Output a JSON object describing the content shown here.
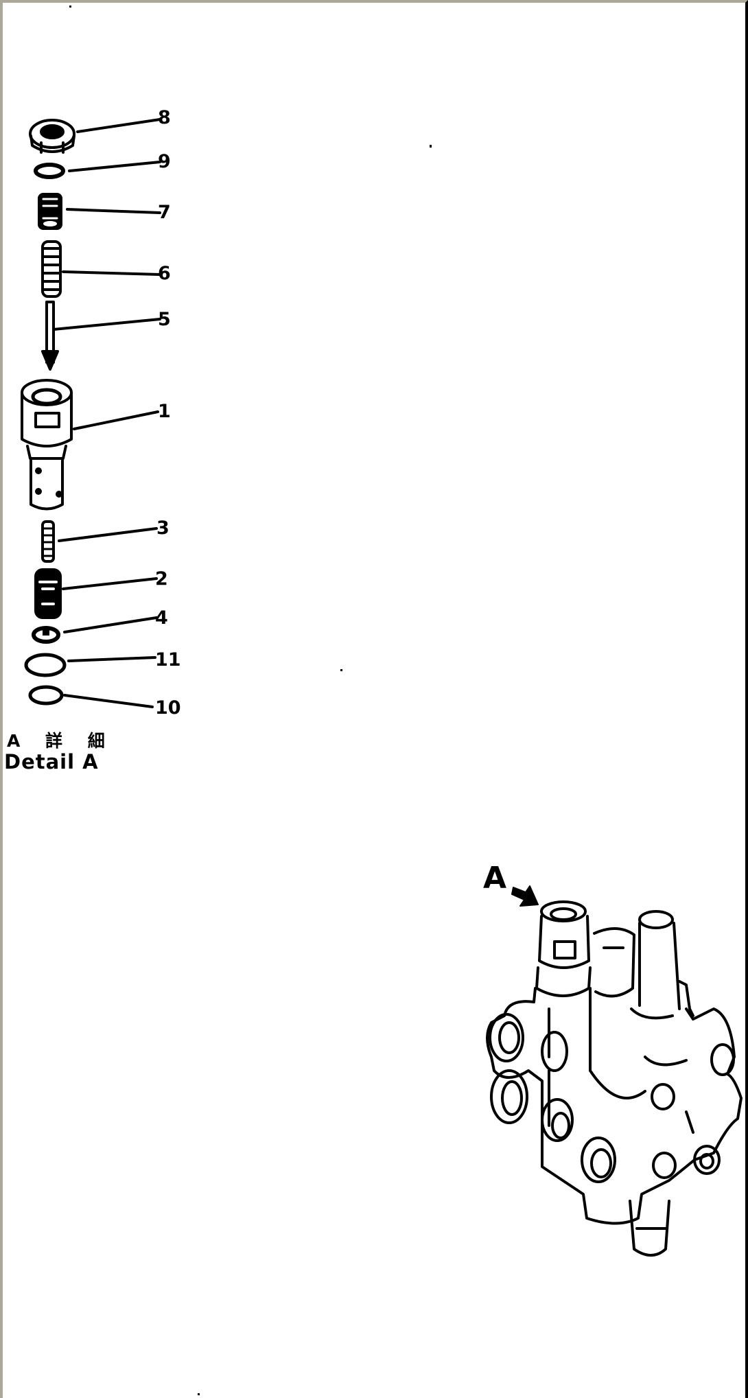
{
  "diagram": {
    "type": "exploded-parts-diagram",
    "detail_view": {
      "caption_jp": "A 詳 細",
      "caption_en": "Detail A",
      "parts": [
        {
          "number": "8",
          "label": "8",
          "shape": "cap-nut"
        },
        {
          "number": "9",
          "label": "9",
          "shape": "washer"
        },
        {
          "number": "7",
          "label": "7",
          "shape": "plug"
        },
        {
          "number": "6",
          "label": "6",
          "shape": "spring"
        },
        {
          "number": "5",
          "label": "5",
          "shape": "pin"
        },
        {
          "number": "1",
          "label": "1",
          "shape": "valve-body"
        },
        {
          "number": "3",
          "label": "3",
          "shape": "spring"
        },
        {
          "number": "2",
          "label": "2",
          "shape": "poppet"
        },
        {
          "number": "4",
          "label": "4",
          "shape": "seat"
        },
        {
          "number": "11",
          "label": "11",
          "shape": "o-ring"
        },
        {
          "number": "10",
          "label": "10",
          "shape": "o-ring"
        }
      ]
    },
    "assembly_view": {
      "view_marker": "A",
      "arrow": "arrow-pointer",
      "shape": "control-valve-assembly"
    },
    "colors": {
      "line": "#000000",
      "background": "#ffffff",
      "frame_top_left": "#aca899",
      "frame_right": "#000000"
    }
  }
}
